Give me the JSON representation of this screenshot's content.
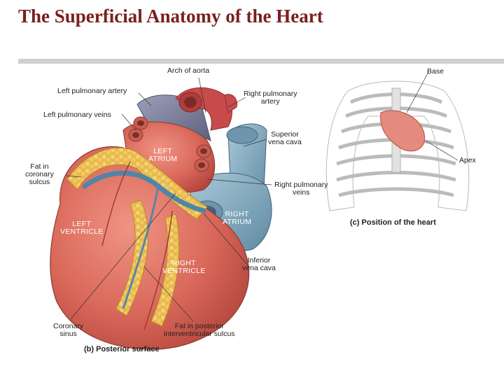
{
  "slide": {
    "title": "The Superficial Anatomy of the Heart"
  },
  "heart": {
    "labels": {
      "arch_of_aorta": "Arch of aorta",
      "left_pulmonary_artery": "Left pulmonary artery",
      "left_pulmonary_veins": "Left pulmonary veins",
      "right_pulmonary_artery": "Right pulmonary\nartery",
      "superior_vena_cava": "Superior\nvena cava",
      "fat_in_coronary_sulcus": "Fat in\ncoronary\nsulcus",
      "right_pulmonary_veins": "Right pulmonary\nveins",
      "inferior_vena_cava": "Inferior\nvena cava",
      "coronary_sinus": "Coronary\nsinus",
      "fat_in_posterior_sulcus": "Fat in posterior\ninterventricular sulcus"
    },
    "chambers": {
      "left_atrium": "LEFT\nATRIUM",
      "right_atrium": "RIGHT\nATRIUM",
      "left_ventricle": "LEFT\nVENTRICLE",
      "right_ventricle": "RIGHT\nVENTRICLE"
    },
    "caption_letter": "(b)",
    "caption": "Posterior surface"
  },
  "thorax": {
    "labels": {
      "base": "Base",
      "apex": "Apex"
    },
    "caption_letter": "(c)",
    "caption": "Position of the heart"
  },
  "colors": {
    "title": "#7a1f1f",
    "muscle": "#d9685a",
    "fat": "#e8b84a",
    "vein_blue": "#7fa8c0",
    "artery_purple": "#7b7f9e",
    "aorta_red": "#c84a4a"
  }
}
